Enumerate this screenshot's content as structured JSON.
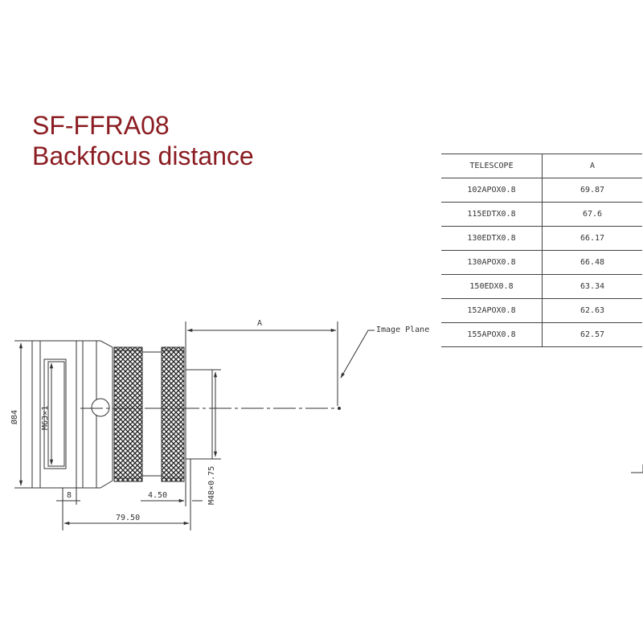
{
  "titles": {
    "line1": "SF-FFRA08",
    "line2": "Backfocus distance",
    "color": "#8b1d22"
  },
  "table": {
    "headers": [
      "TELESCOPE",
      "A"
    ],
    "rows": [
      [
        "102APOX0.8",
        "69.87"
      ],
      [
        "115EDTX0.8",
        "67.6"
      ],
      [
        "130EDTX0.8",
        "66.17"
      ],
      [
        "130APOX0.8",
        "66.48"
      ],
      [
        "150EDX0.8",
        "63.34"
      ],
      [
        "152APOX0.8",
        "62.63"
      ],
      [
        "155APOX0.8",
        "62.57"
      ]
    ]
  },
  "drawing": {
    "dim_a": "A",
    "image_plane": "Image Plane",
    "dia_84": "Ø84",
    "m63": "M63×1",
    "dim_8": "8",
    "dim_4_50": "4.50",
    "dim_79_50": "79.50",
    "m48": "M48×0.75"
  }
}
